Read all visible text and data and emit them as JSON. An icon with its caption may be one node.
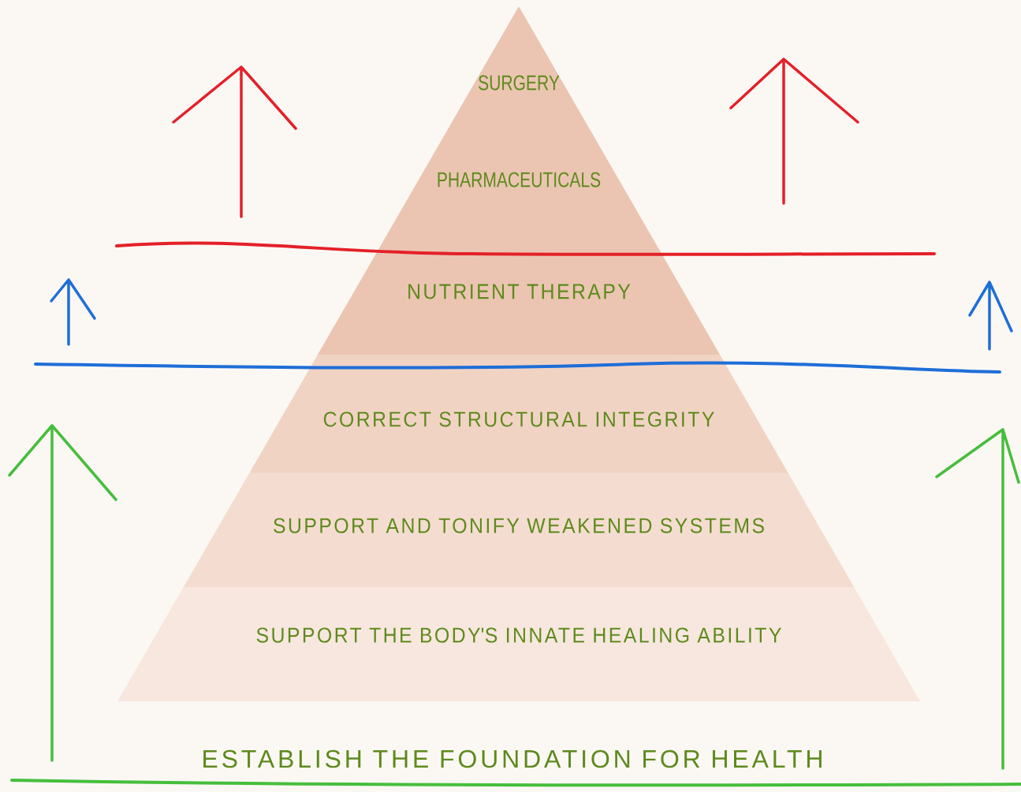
{
  "diagram": {
    "nodes": [
      {
        "text": [
          "SURGERY"
        ]
      },
      {
        "text": [
          "PHARMACEUTICALS"
        ]
      },
      {
        "text": [
          "NUTRIENT THERAPY"
        ]
      },
      {
        "text": [
          "CORRECT STRUCTURAL INTEGRITY"
        ]
      },
      {
        "text": [
          "SUPPORT AND TONIFY WEAKENED SYSTEMS"
        ]
      },
      {
        "text": [
          "SUPPORT THE BODY'S INNATE HEALING ABILITY"
        ]
      }
    ],
    "labels": [
      "ESTABLISH THE FOUNDATION FOR HEALTH"
    ]
  }
}
